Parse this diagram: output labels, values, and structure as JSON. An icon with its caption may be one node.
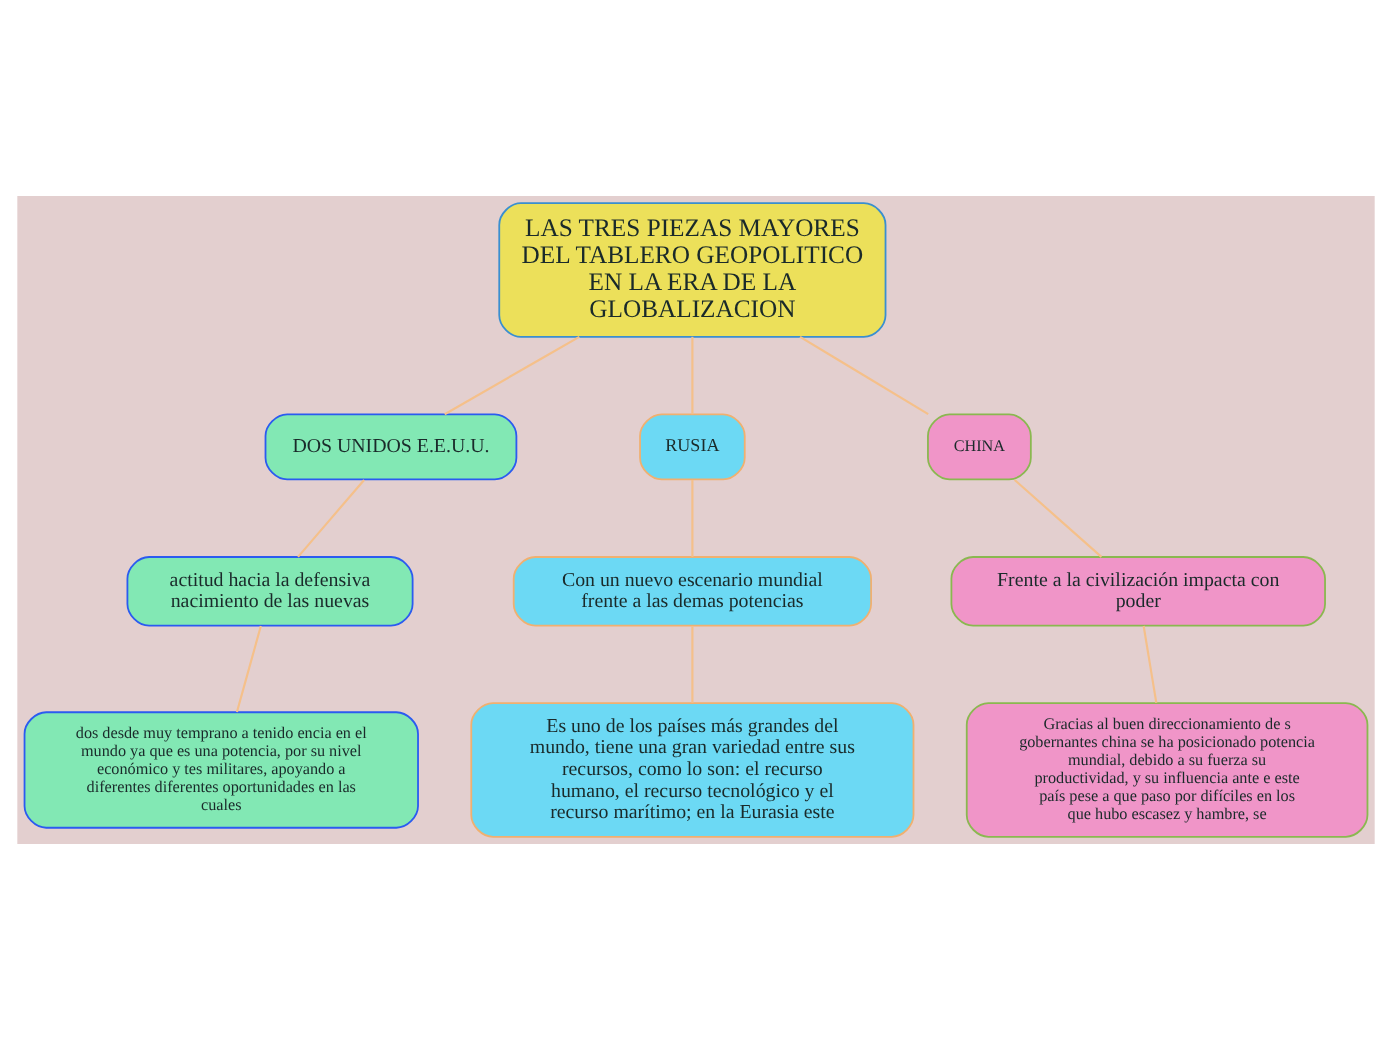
{
  "diagram": {
    "nodes": [
      {
        "text": [
          "LAS TRES PIEZAS MAYORES DEL TABLERO GEOPOLITICO EN LA ERA DE LA GLOBALIZACION"
        ]
      },
      {
        "text": [
          "DOS UNIDOS E.E.U.U."
        ]
      },
      {
        "text": [
          "actitud hacia la defensiva nacimiento de las nuevas"
        ]
      },
      {
        "text": [
          "dos desde muy temprano a tenido encia en el mundo ya que es una potencia, por su nivel económico y tes militares, apoyando a diferentes diferentes oportunidades en las cuales"
        ]
      },
      {
        "text": [
          "RUSIA"
        ]
      },
      {
        "text": [
          "Con un nuevo escenario mundial frente a las demas potencias"
        ]
      },
      {
        "text": [
          "Es uno de los países más grandes del mundo, tiene una gran variedad entre sus recursos, como lo son: el recurso humano, el recurso tecnológico y el recurso marítimo; en la Eurasia este"
        ]
      },
      {
        "text": [
          "CHINA"
        ]
      },
      {
        "text": [
          "Frente a la civilización impacta con poder"
        ]
      },
      {
        "text": [
          "Gracias al buen direccionamiento de s gobernantes china se ha posicionado potencia mundial, debido a su fuerza su productividad, y su influencia ante e este país pese a que paso por difíciles en los que hubo escasez y hambre, se"
        ]
      }
    ],
    "edges": [
      {
        "from": 0,
        "to": 1,
        "arrow": "none"
      },
      {
        "from": 1,
        "to": 2,
        "arrow": "none"
      },
      {
        "from": 2,
        "to": 3,
        "arrow": "none"
      },
      {
        "from": 0,
        "to": 4,
        "arrow": "none"
      },
      {
        "from": 4,
        "to": 5,
        "arrow": "none"
      },
      {
        "from": 5,
        "to": 6,
        "arrow": "none"
      },
      {
        "from": 0,
        "to": 7,
        "arrow": "none"
      },
      {
        "from": 7,
        "to": 8,
        "arrow": "none"
      },
      {
        "from": 8,
        "to": 9,
        "arrow": "none"
      }
    ]
  }
}
